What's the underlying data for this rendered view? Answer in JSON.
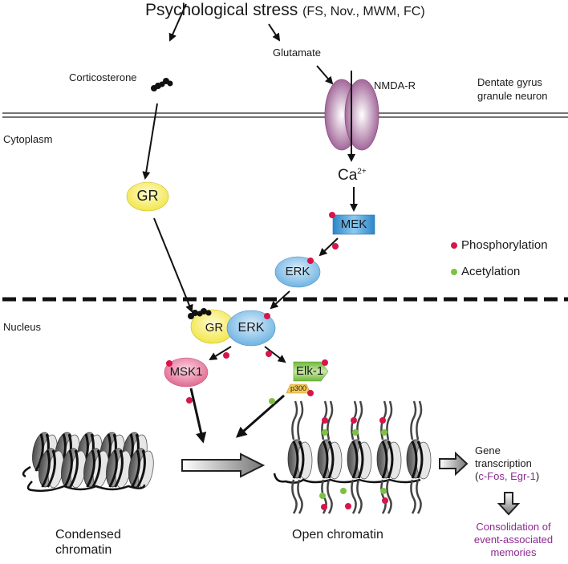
{
  "title": {
    "main": "Psychological stress",
    "conditions": "(FS, Nov., MWM, FC)"
  },
  "labels": {
    "corticosterone": "Corticosterone",
    "glutamate": "Glutamate",
    "nmda_receptor": "NMDA-R",
    "cell_type_line1": "Dentate gyrus",
    "cell_type_line2": "granule neuron",
    "cytoplasm": "Cytoplasm",
    "nucleus": "Nucleus",
    "calcium": "Ca",
    "calcium_charge": "2+"
  },
  "proteins": {
    "gr": "GR",
    "mek": "MEK",
    "erk": "ERK",
    "gr_complex": "GR",
    "erk_complex": "ERK",
    "msk1": "MSK1",
    "elk1": "Elk-1",
    "p300": "p300"
  },
  "legend": {
    "items": [
      {
        "label": "Phosphorylation",
        "color": "#d6154a"
      },
      {
        "label": "Acetylation",
        "color": "#7cc242"
      }
    ]
  },
  "chromatin": {
    "condensed_line1": "Condensed",
    "condensed_line2": "chromatin",
    "open": "Open chromatin"
  },
  "outcome": {
    "gene_line1": "Gene",
    "gene_line2": "transcription",
    "genes_open": "(",
    "genes": "c-Fos, Egr-1",
    "genes_close": ")",
    "memory_line1": "Consolidation of",
    "memory_line2": "event-associated",
    "memory_line3": "memories"
  },
  "colors": {
    "gr": "#f7ef62",
    "erk": "#8cc4ea",
    "mek": "#3d96d4",
    "msk1": "#e879a0",
    "elk1": "#8fcb52",
    "p300": "#f5c95a",
    "nmda": "#a76a9e",
    "phospho": "#d6154a",
    "acetyl": "#7cc242",
    "accent_text": "#8b2a8f"
  }
}
